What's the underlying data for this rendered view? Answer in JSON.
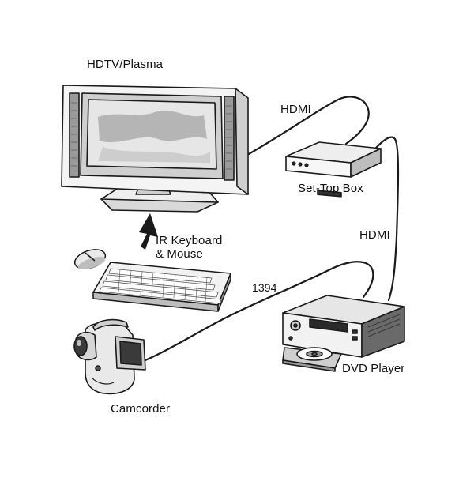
{
  "labels": {
    "tv": "HDTV/Plasma",
    "settop": "Set-Top Box",
    "ir_line1": "IR Keyboard",
    "ir_line2": "& Mouse",
    "camcorder": "Camcorder",
    "dvd": "DVD Player",
    "hdmi_top": "HDMI",
    "hdmi_right": "HDMI",
    "cable_1394": "1394"
  },
  "colors": {
    "line": "#1a1a1a",
    "screen": "#e4e4e4",
    "screen_shade": "#bdbdbd",
    "body": "#f2f2f2",
    "mid_gray": "#8a8a8a",
    "dark_gray": "#4a4a4a"
  },
  "icons": [
    "tv-icon",
    "settop-box-icon",
    "dvd-player-icon",
    "keyboard-icon",
    "mouse-icon",
    "camcorder-icon",
    "arrow-up-icon"
  ]
}
